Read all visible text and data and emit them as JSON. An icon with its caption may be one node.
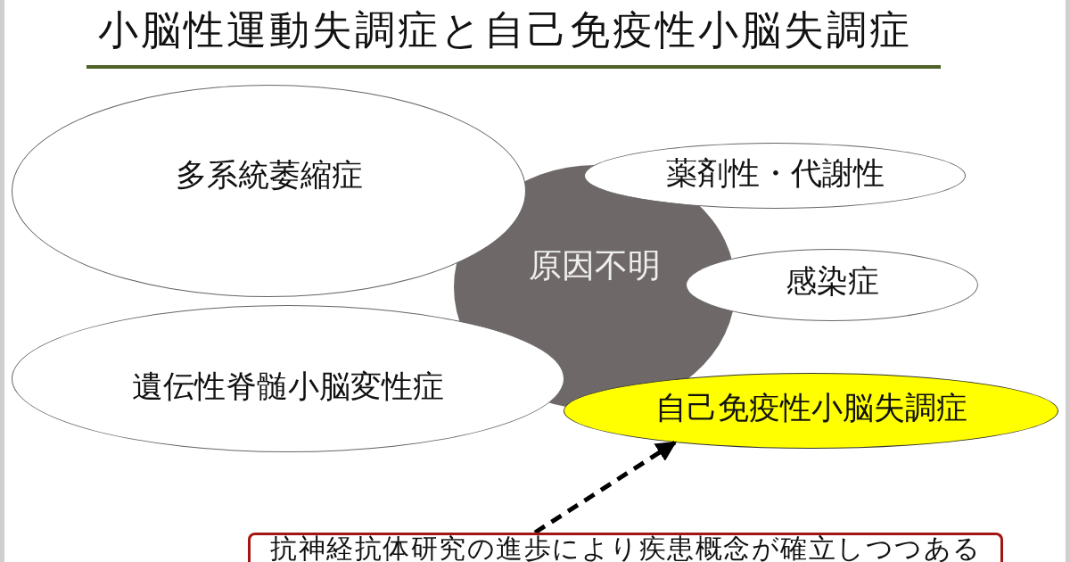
{
  "diagram": {
    "title": "小脳性運動失調症と自己免疫性小脳失調症",
    "nodes": [
      {
        "text": [
          "多系統萎縮症"
        ]
      },
      {
        "text": [
          "薬剤性・代謝性"
        ]
      },
      {
        "text": [
          "原因不明"
        ]
      },
      {
        "text": [
          "感染症"
        ]
      },
      {
        "text": [
          "遺伝性脊髄小脳変性症"
        ]
      },
      {
        "text": [
          "自己免疫性小脳失調症"
        ]
      },
      {
        "text": [
          "抗神経抗体研究の進歩により疾患概念が確立しつつある"
        ]
      }
    ],
    "edges": [
      {
        "from": 6,
        "to": 5,
        "arrow": "to",
        "style": "dashed"
      }
    ]
  }
}
